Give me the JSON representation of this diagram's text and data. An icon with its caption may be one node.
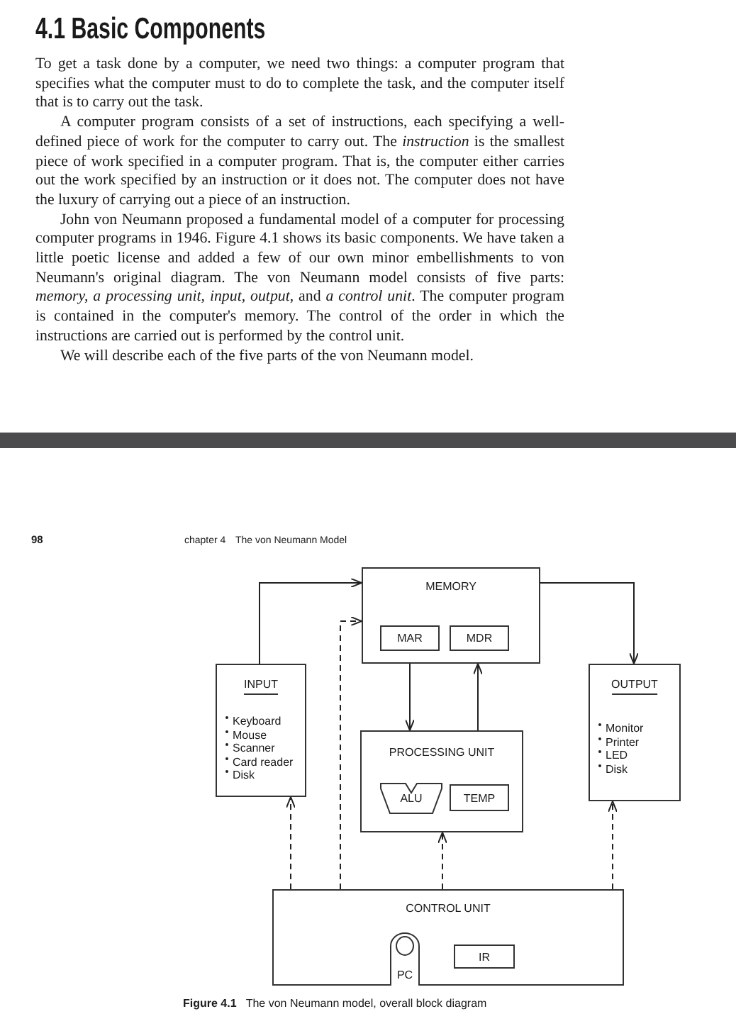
{
  "diagram": {
    "title": "4.1 Basic Components",
    "caption": "**Figure 4.1**   The von Neumann model, overall block diagram",
    "nodes": [
      {
        "text": [
          "MEMORY"
        ]
      },
      {
        "text": [
          "MAR"
        ],
        "in": 0
      },
      {
        "text": [
          "MDR"
        ],
        "in": 0
      },
      {
        "text": [
          "INPUT",
          "Keyboard",
          "Mouse",
          "Scanner",
          "Card reader",
          "Disk"
        ]
      },
      {
        "text": [
          "OUTPUT",
          "Monitor",
          "Printer",
          "LED",
          "Disk"
        ]
      },
      {
        "text": [
          "PROCESSING UNIT"
        ]
      },
      {
        "text": [
          "ALU"
        ],
        "in": 5
      },
      {
        "text": [
          "TEMP"
        ],
        "in": 5
      },
      {
        "text": [
          "CONTROL UNIT"
        ]
      },
      {
        "text": [
          "PC"
        ],
        "in": 8
      },
      {
        "text": [
          "IR"
        ],
        "in": 8
      }
    ],
    "edges": [
      {
        "from": 3,
        "to": 0,
        "arrow": "to"
      },
      {
        "from": 0,
        "to": 4,
        "arrow": "to"
      },
      {
        "from": 0,
        "to": 5,
        "arrow": "to"
      },
      {
        "from": 5,
        "to": 0,
        "arrow": "to"
      },
      {
        "from": 8,
        "to": 3,
        "arrow": "to",
        "style": "dashed"
      },
      {
        "from": 8,
        "to": 0,
        "arrow": "to",
        "style": "dashed"
      },
      {
        "from": 8,
        "to": 5,
        "arrow": "to",
        "style": "dashed"
      },
      {
        "from": 8,
        "to": 4,
        "arrow": "to",
        "style": "dashed"
      }
    ],
    "labels": [
      "To get a task done by a computer, we need two things: a computer program that specifies what the computer must to do to complete the task, and the computer itself that is to carry out the task.",
      "A computer program consists of a set of instructions, each specifying a well-defined piece of work for the computer to carry out. The *instruction* is the smallest piece of work specified in a computer program. That is, the computer either carries out the work specified by an instruction or it does not. The computer does not have the luxury of carrying out a piece of an instruction.",
      "John von Neumann proposed a fundamental model of a computer for processing computer programs in 1946. Figure 4.1 shows its basic components. We have taken a little poetic license and added a few of our own minor embellishments to von Neumann's original diagram. The von Neumann model consists of five parts: *memory, a processing unit, input, output*, and *a control unit*. The computer program is contained in the computer's memory. The control of the order in which the instructions are carried out is performed by the control unit.",
      "We will describe each of the five parts of the von Neumann model.",
      "98",
      "chapter 4",
      "The von Neumann Model"
    ]
  }
}
